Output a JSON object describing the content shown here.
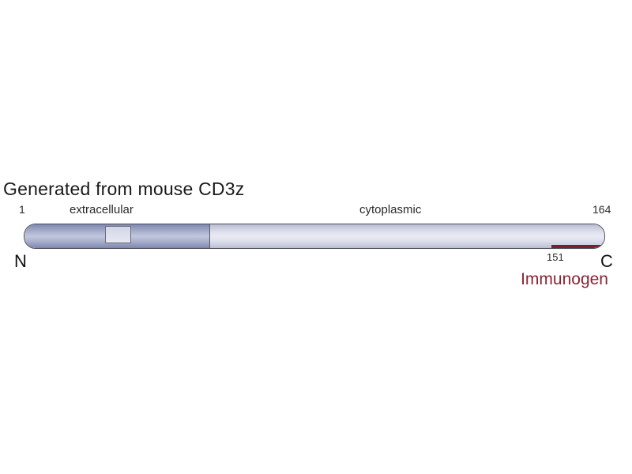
{
  "diagram": {
    "title": "Generated from mouse CD3z",
    "start_position": "1",
    "end_position": "164",
    "n_terminus": "N",
    "c_terminus": "C",
    "regions": [
      {
        "label": "extracellular"
      },
      {
        "label": "cytoplasmic"
      }
    ],
    "immunogen": {
      "label": "Immunogen",
      "start_position": "151",
      "color": "#7a1f2e"
    },
    "colors": {
      "extracellular_fill": "#9ba3c6",
      "cytoplasmic_fill": "#dcdeeb",
      "immunogen_accent": "#7a1f2e",
      "bar_outline": "#4d4d58"
    }
  }
}
